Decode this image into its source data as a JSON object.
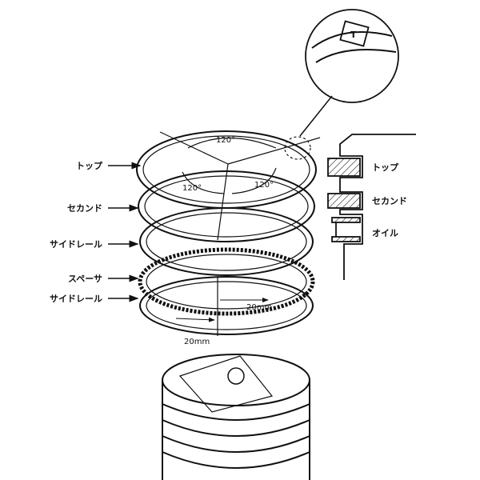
{
  "left_labels": {
    "top": "トップ",
    "second": "セカンド",
    "side_rail_upper": "サイドレール",
    "spacer": "スペーサ",
    "side_rail_lower": "サイドレール"
  },
  "angles": {
    "a1": "120°",
    "a2": "120°",
    "a3": "120°"
  },
  "dimensions": {
    "d1": "20mm",
    "d2": "20mm"
  },
  "section_labels": {
    "top": "トップ",
    "second": "セカンド",
    "oil": "オイル"
  },
  "detail_mark": "T",
  "colors": {
    "ink": "#111111",
    "background": "#ffffff"
  }
}
